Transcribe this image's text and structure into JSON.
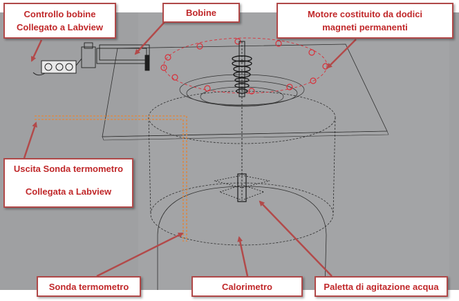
{
  "labels": {
    "coil_control_line1": "Controllo bobine",
    "coil_control_line2": "Collegato a Labview",
    "coils": "Bobine",
    "motor_line1": "Motore costituito da dodici",
    "motor_line2": "magneti permanenti",
    "probe_output_line1": "Uscita Sonda termometro",
    "probe_output_line2": "Collegata a Labview",
    "probe": "Sonda termometro",
    "calorimeter": "Calorimetro",
    "paddle": "Paletta di agitazione acqua"
  },
  "colors": {
    "background_gray": "#9fa0a2",
    "callout_text": "#c0282a",
    "callout_border": "#b04848",
    "arrow": "#b24a4a",
    "wire": "#2e2e2e",
    "magnet_red": "#d8303a",
    "probe_orange": "#d8894a"
  }
}
